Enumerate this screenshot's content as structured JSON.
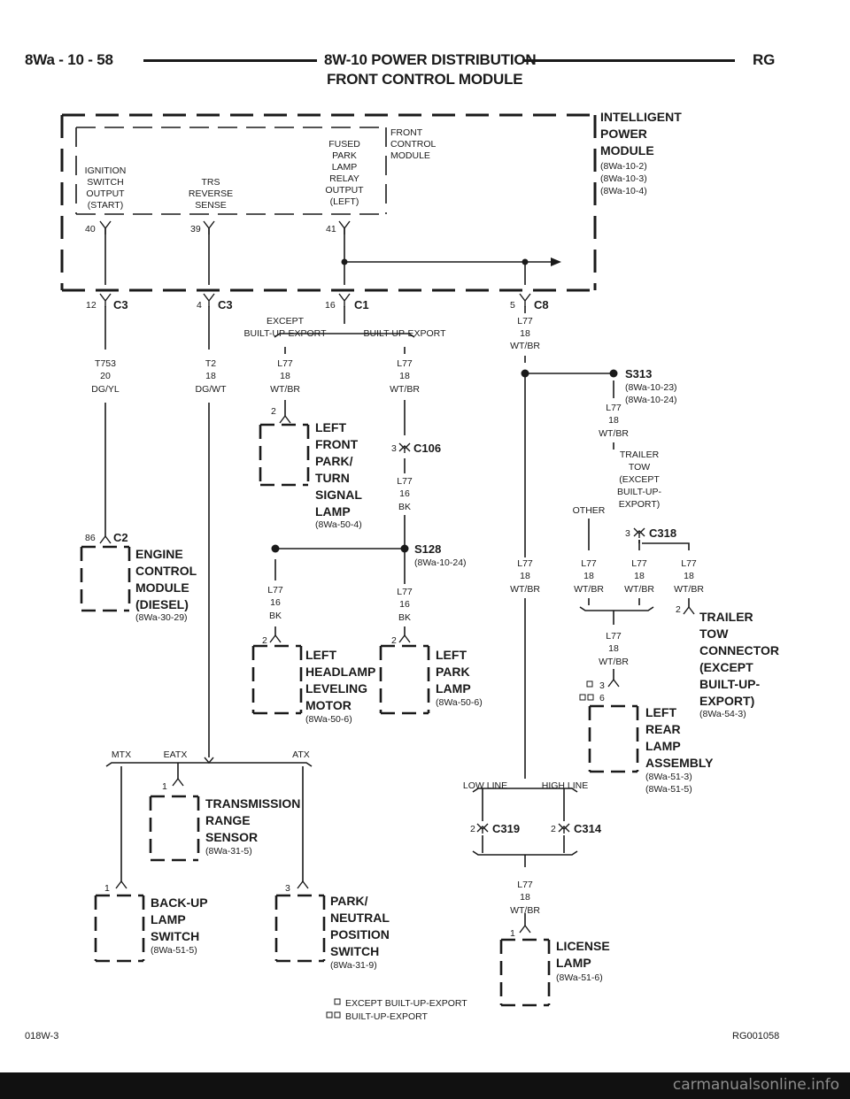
{
  "header": {
    "page_ref": "8Wa - 10 - 58",
    "title_line1": "8W-10 POWER DISTRIBUTION",
    "title_line2": "FRONT CONTROL MODULE",
    "code": "RG"
  },
  "ipm": {
    "name": [
      "INTELLIGENT",
      "POWER",
      "MODULE"
    ],
    "refs": [
      "(8Wa-10-2)",
      "(8Wa-10-3)",
      "(8Wa-10-4)"
    ],
    "fcm_label": [
      "FRONT",
      "CONTROL",
      "MODULE"
    ],
    "ignition": [
      "IGNITION",
      "SWITCH",
      "OUTPUT",
      "(START)"
    ],
    "trs": [
      "TRS",
      "REVERSE",
      "SENSE"
    ],
    "fused": [
      "FUSED",
      "PARK",
      "LAMP",
      "RELAY",
      "OUTPUT",
      "(LEFT)"
    ],
    "pin40": "40",
    "pin39": "39",
    "pin41": "41"
  },
  "connectors": {
    "c3a_pin": "12",
    "c3a": "C3",
    "c3b_pin": "4",
    "c3b": "C3",
    "c1_pin": "16",
    "c1": "C1",
    "c8_pin": "5",
    "c8": "C8",
    "c106_pin": "3",
    "c106": "C106",
    "c318_pin": "3",
    "c318": "C318",
    "c319_pin": "2",
    "c319": "C319",
    "c314_pin": "2",
    "c314": "C314",
    "c2_pin": "86",
    "c2": "C2"
  },
  "wires": {
    "t753": [
      "T753",
      "20",
      "DG/YL"
    ],
    "t2": [
      "T2",
      "18",
      "DG/WT"
    ],
    "l77_18": [
      "L77",
      "18",
      "WT/BR"
    ],
    "l77_16": [
      "L77",
      "16",
      "BK"
    ]
  },
  "labels": {
    "except_bue": [
      "EXCEPT",
      "BUILT-UP-EXPORT"
    ],
    "bue": "BUILT-UP-EXPORT",
    "other": "OTHER",
    "trailer_tow": [
      "TRAILER",
      "TOW",
      "(EXCEPT",
      "BUILT-UP-",
      "EXPORT)"
    ],
    "mtx": "MTX",
    "eatx": "EATX",
    "atx": "ATX",
    "low_line": "LOW LINE",
    "high_line": "HIGH LINE"
  },
  "splices": {
    "s313": "S313",
    "s313_refs": [
      "(8Wa-10-23)",
      "(8Wa-10-24)"
    ],
    "s128": "S128",
    "s128_ref": "(8Wa-10-24)"
  },
  "components": {
    "left_front": {
      "pin": "2",
      "name": [
        "LEFT",
        "FRONT",
        "PARK/",
        "TURN",
        "SIGNAL",
        "LAMP"
      ],
      "ref": "(8Wa-50-4)"
    },
    "ecm": {
      "name": [
        "ENGINE",
        "CONTROL",
        "MODULE",
        "(DIESEL)"
      ],
      "ref": "(8Wa-30-29)"
    },
    "headlamp": {
      "pin": "2",
      "name": [
        "LEFT",
        "HEADLAMP",
        "LEVELING",
        "MOTOR"
      ],
      "ref": "(8Wa-50-6)"
    },
    "park_lamp": {
      "pin": "2",
      "name": [
        "LEFT",
        "PARK",
        "LAMP"
      ],
      "ref": "(8Wa-50-6)"
    },
    "trailer_conn": {
      "pin": "2",
      "name": [
        "TRAILER",
        "TOW",
        "CONNECTOR",
        "(EXCEPT",
        "BUILT-UP-",
        "EXPORT)"
      ],
      "ref": "(8Wa-54-3)"
    },
    "rear_lamp": {
      "pin_a": "3",
      "pin_b": "6",
      "name": [
        "LEFT",
        "REAR",
        "LAMP",
        "ASSEMBLY"
      ],
      "refs": [
        "(8Wa-51-3)",
        "(8Wa-51-5)"
      ]
    },
    "trs_sensor": {
      "pin": "1",
      "name": [
        "TRANSMISSION",
        "RANGE",
        "SENSOR"
      ],
      "ref": "(8Wa-31-5)"
    },
    "backup": {
      "pin": "1",
      "name": [
        "BACK-UP",
        "LAMP",
        "SWITCH"
      ],
      "ref": "(8Wa-51-5)"
    },
    "pnp": {
      "pin": "3",
      "name": [
        "PARK/",
        "NEUTRAL",
        "POSITION",
        "SWITCH"
      ],
      "ref": "(8Wa-31-9)"
    },
    "license": {
      "pin": "1",
      "name": [
        "LICENSE",
        "LAMP"
      ],
      "ref": "(8Wa-51-6)"
    }
  },
  "legend": {
    "single": "EXCEPT BUILT-UP-EXPORT",
    "double": "BUILT-UP-EXPORT"
  },
  "footer": {
    "left": "018W-3",
    "right": "RG001058"
  },
  "watermark": "carmanualsonline.info"
}
